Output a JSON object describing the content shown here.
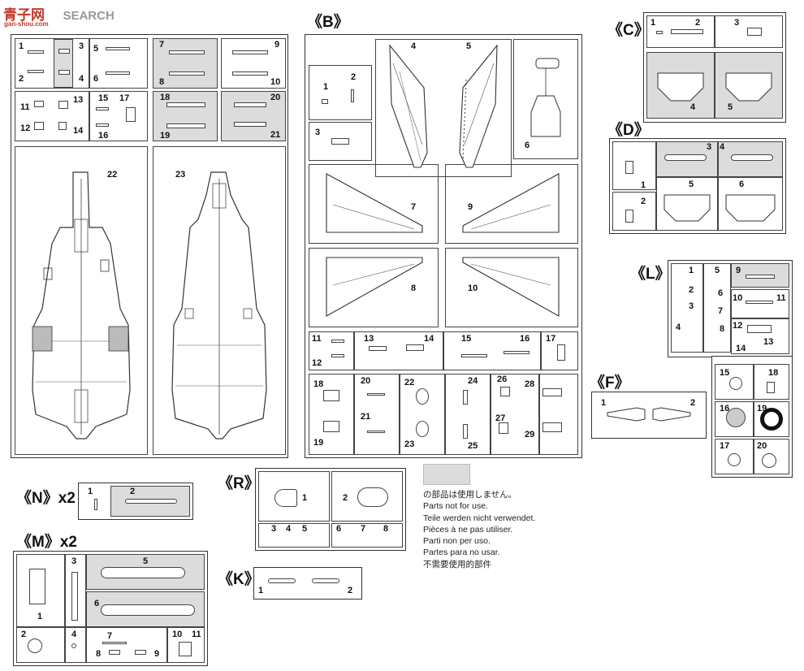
{
  "watermark": {
    "cn": "青子网",
    "site": "SEARCH",
    "url": "gan-shou.com"
  },
  "sprues": {
    "A": {
      "label": "",
      "parts": [
        "1",
        "2",
        "3",
        "4",
        "5",
        "6",
        "7",
        "8",
        "9",
        "10",
        "11",
        "12",
        "13",
        "14",
        "15",
        "16",
        "17",
        "18",
        "19",
        "20",
        "21",
        "22",
        "23"
      ]
    },
    "B": {
      "label": "《B》",
      "parts": [
        "1",
        "2",
        "3",
        "4",
        "5",
        "6",
        "7",
        "8",
        "9",
        "10",
        "11",
        "12",
        "13",
        "14",
        "15",
        "16",
        "17",
        "18",
        "19",
        "20",
        "21",
        "22",
        "23",
        "24",
        "25",
        "26",
        "27",
        "28",
        "29"
      ]
    },
    "C": {
      "label": "《C》",
      "parts": [
        "1",
        "2",
        "3",
        "4",
        "5"
      ]
    },
    "D": {
      "label": "《D》",
      "parts": [
        "1",
        "2",
        "3",
        "4",
        "5",
        "6"
      ]
    },
    "L": {
      "label": "《L》",
      "parts": [
        "1",
        "2",
        "3",
        "4",
        "5",
        "6",
        "7",
        "8",
        "9",
        "10",
        "11",
        "12",
        "13",
        "14",
        "15",
        "16",
        "17",
        "18",
        "19",
        "20"
      ]
    },
    "F": {
      "label": "《F》",
      "parts": [
        "1",
        "2"
      ]
    },
    "N": {
      "label": "《N》x2",
      "parts": [
        "1",
        "2"
      ]
    },
    "M": {
      "label": "《M》x2",
      "parts": [
        "1",
        "2",
        "3",
        "4",
        "5",
        "6",
        "7",
        "8",
        "9",
        "10",
        "11"
      ]
    },
    "R": {
      "label": "《R》",
      "parts": [
        "1",
        "2",
        "3",
        "4",
        "5",
        "6",
        "7",
        "8"
      ]
    },
    "K": {
      "label": "《K》",
      "parts": [
        "1",
        "2"
      ]
    }
  },
  "legend": {
    "swatch_color": "#dcdcdc",
    "lines": [
      "の部品は使用しません。",
      "Parts not for use.",
      "Teile werden nicht verwendet.",
      "Pièces à ne pas utiliser.",
      "Parti non per uso.",
      "Partes para no usar.",
      "不需要使用的部件"
    ]
  }
}
